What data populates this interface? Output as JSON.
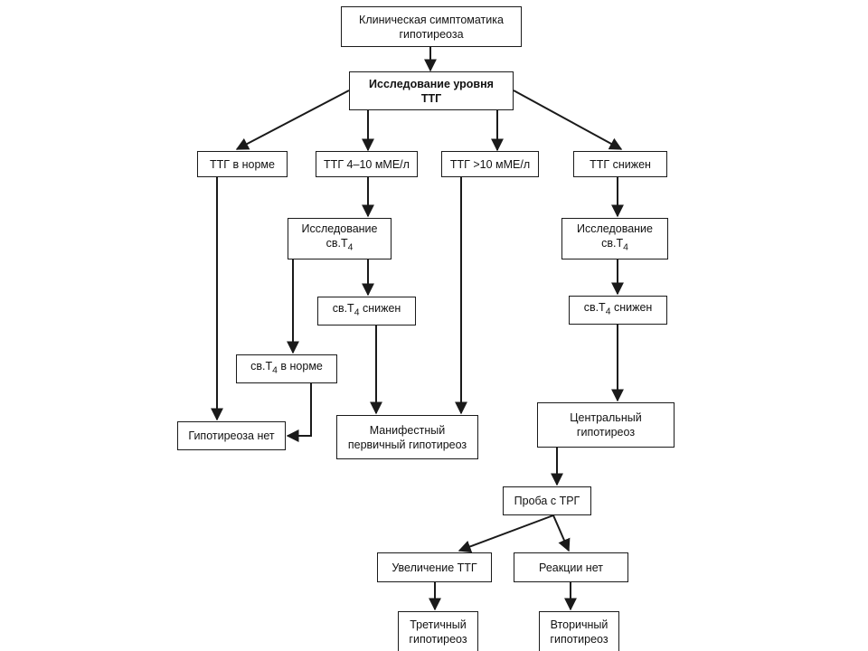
{
  "colors": {
    "line": "#1a1a1a",
    "box_border": "#1a1a1a",
    "text": "#111111",
    "background": "#ffffff"
  },
  "nodes": {
    "symptoms": {
      "line1": "Клиническая симптоматика",
      "line2": "гипотиреоза"
    },
    "tsh_test": {
      "line1": "Исследование уровня",
      "line2": "ТТГ"
    },
    "tsh_normal": {
      "label": "ТТГ в норме"
    },
    "tsh_4_10": {
      "label": "ТТГ 4–10 мМЕ/л"
    },
    "tsh_gt10": {
      "label": "ТТГ >10 мМЕ/л"
    },
    "tsh_low": {
      "label": "ТТГ снижен"
    },
    "ft4_test_left": {
      "line1": "Исследование",
      "line2_prefix": "св.Т",
      "line2_sub": "4"
    },
    "ft4_test_right": {
      "line1": "Исследование",
      "line2_prefix": "св.Т",
      "line2_sub": "4"
    },
    "ft4_low_left": {
      "prefix": "св.Т",
      "sub": "4",
      "suffix": " снижен"
    },
    "ft4_low_right": {
      "prefix": "св.Т",
      "sub": "4",
      "suffix": " снижен"
    },
    "ft4_normal": {
      "prefix": "св.Т",
      "sub": "4",
      "suffix": " в норме"
    },
    "no_hypo": {
      "label": "Гипотиреоза нет"
    },
    "manifest": {
      "line1": "Манифестный",
      "line2": "первичный гипотиреоз"
    },
    "central": {
      "line1": "Центральный",
      "line2": "гипотиреоз"
    },
    "trh_test": {
      "label": "Проба с ТРГ"
    },
    "tsh_increase": {
      "label": "Увеличение ТТГ"
    },
    "no_reaction": {
      "label": "Реакции нет"
    },
    "tertiary": {
      "line1": "Третичный",
      "line2": "гипотиреоз"
    },
    "secondary": {
      "line1": "Вторичный",
      "line2": "гипотиреоз"
    }
  }
}
